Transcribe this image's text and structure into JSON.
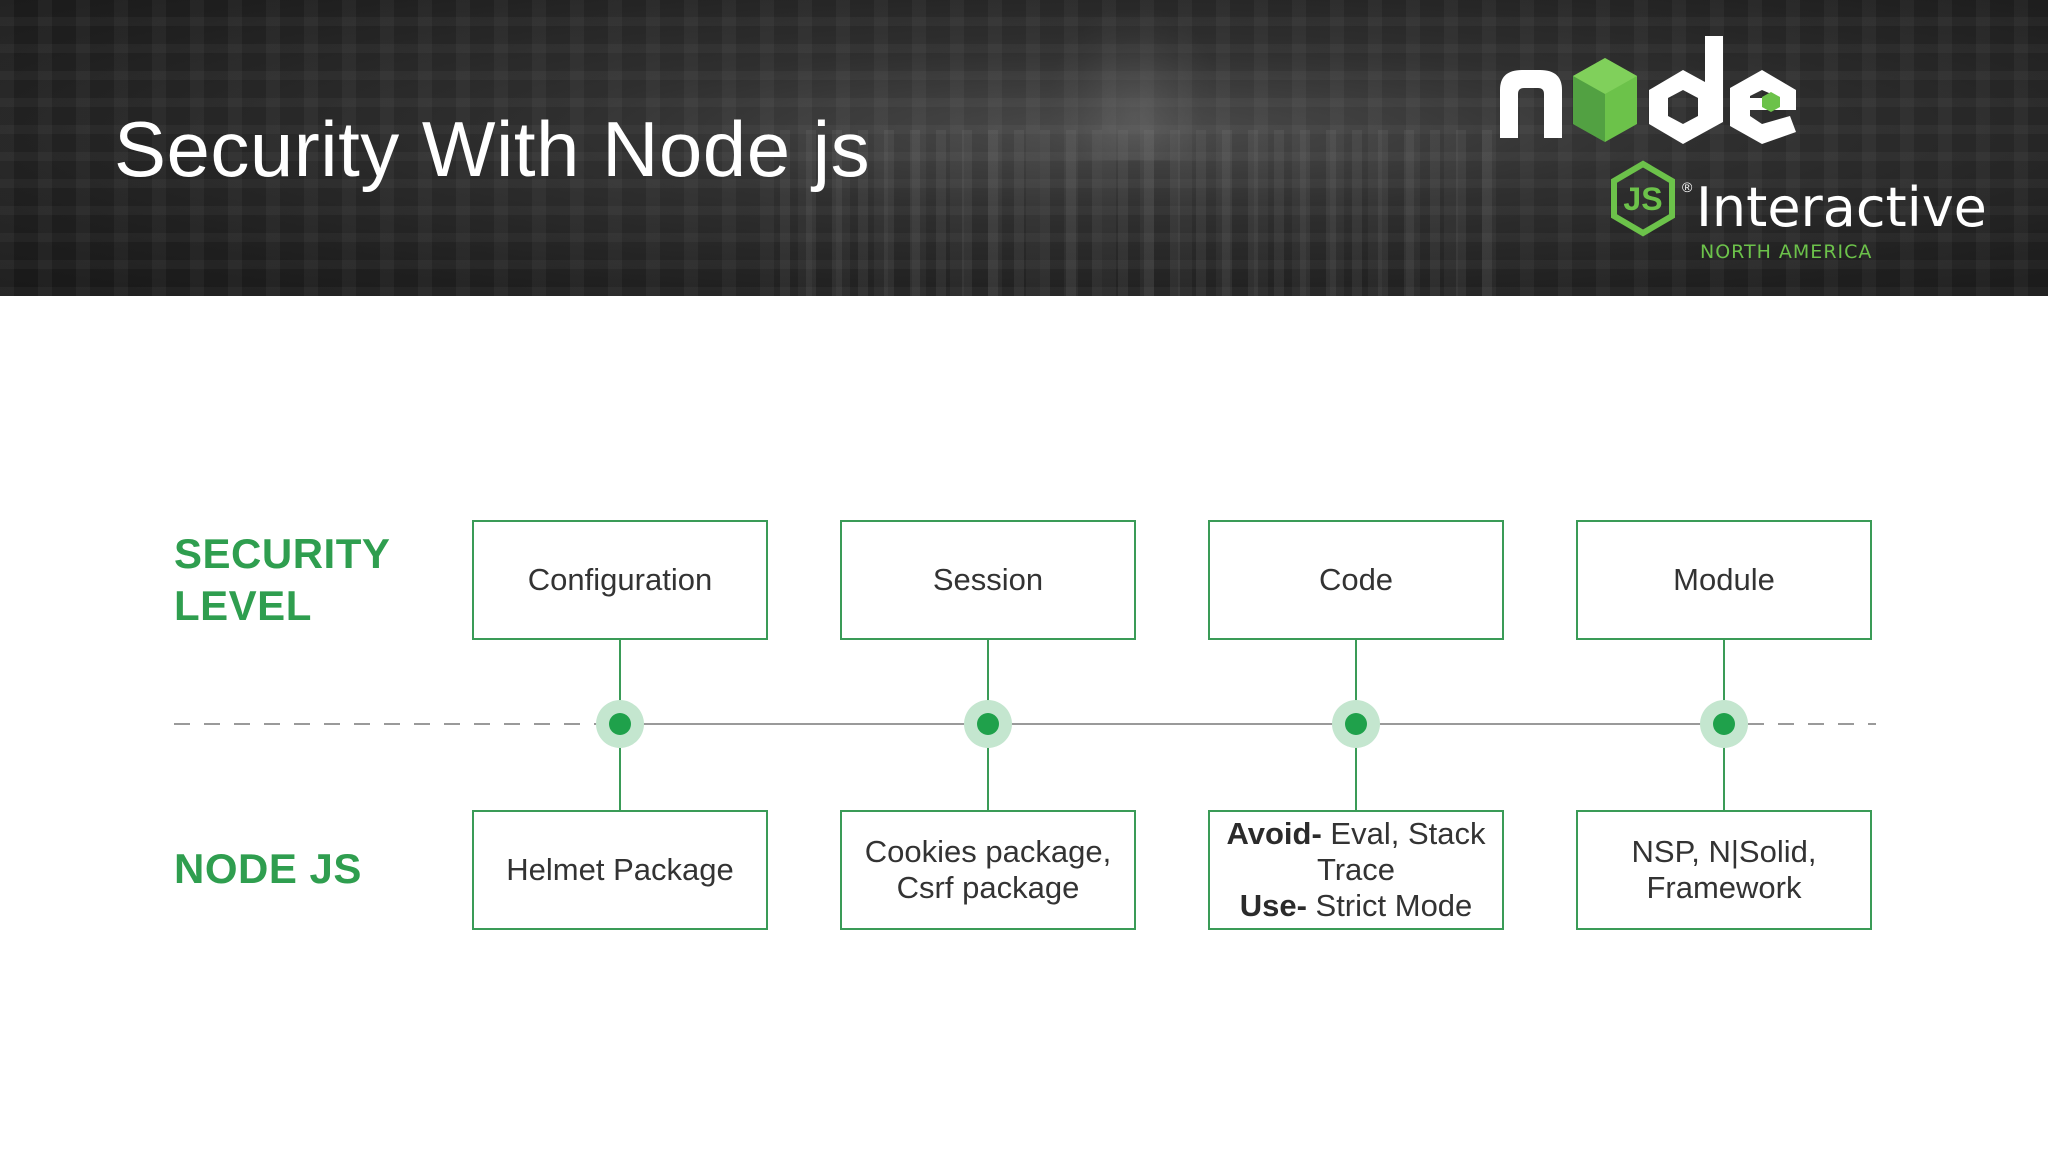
{
  "header": {
    "title": "Security With Node js"
  },
  "logo": {
    "wordmark": "node",
    "badge": "JS",
    "trademark": "®",
    "product": "Interactive",
    "region": "NORTH AMERICA",
    "colors": {
      "green": "#6cc24a",
      "dark_green": "#3e863d",
      "white": "#ffffff"
    }
  },
  "diagram": {
    "row_labels": {
      "security_level": "SECURITY LEVEL",
      "node_js": "NODE JS"
    },
    "columns": [
      {
        "level": "Configuration",
        "node": {
          "line1": "Helmet Package"
        }
      },
      {
        "level": "Session",
        "node": {
          "line1": "Cookies package,",
          "line2": "Csrf package"
        }
      },
      {
        "level": "Code",
        "node": {
          "avoid_label": "Avoid-",
          "avoid_text": " Eval, Stack Trace",
          "use_label": "Use-",
          "use_text": " Strict Mode"
        }
      },
      {
        "level": "Module",
        "node": {
          "line1": "NSP, N|Solid,",
          "line2": "Framework"
        }
      }
    ],
    "colors": {
      "accent": "#2f9e4f",
      "node_halo": "#c4e6cf",
      "node_dot": "#1fa14b",
      "timeline": "#9a9a9a"
    }
  }
}
